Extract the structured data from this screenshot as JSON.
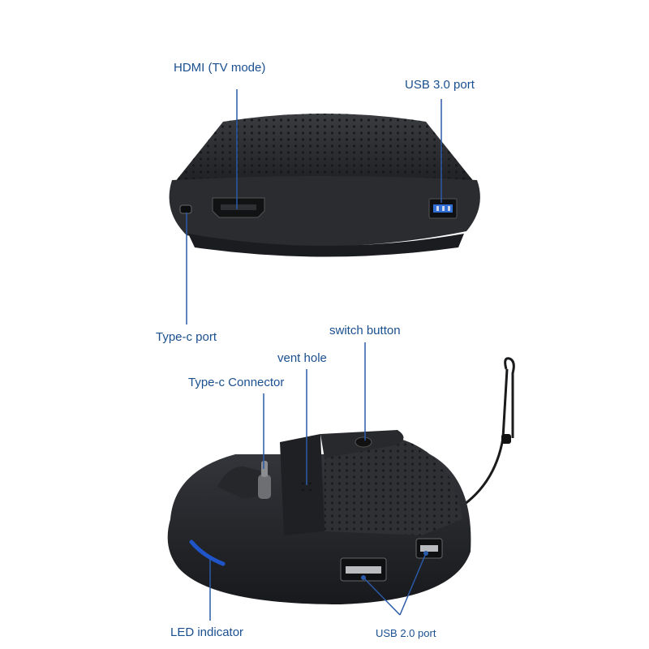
{
  "labels": {
    "hdmi": "HDMI (TV mode)",
    "usb3": "USB 3.0 port",
    "typec_port": "Type-c port",
    "switch_button": "switch button",
    "vent_hole": "vent hole",
    "typec_connector": "Type-c Connector",
    "led_indicator": "LED indicator",
    "usb2": "USB 2.0 port"
  },
  "colors": {
    "label": "#1a4f8f",
    "leader": "#2a5aa8",
    "device": "#2b2d30",
    "usb3_accent": "#2f6fd6",
    "led": "#1f55c8"
  },
  "icons": {
    "top_device": "dock-front-view",
    "bottom_device": "dock-angled-view"
  }
}
